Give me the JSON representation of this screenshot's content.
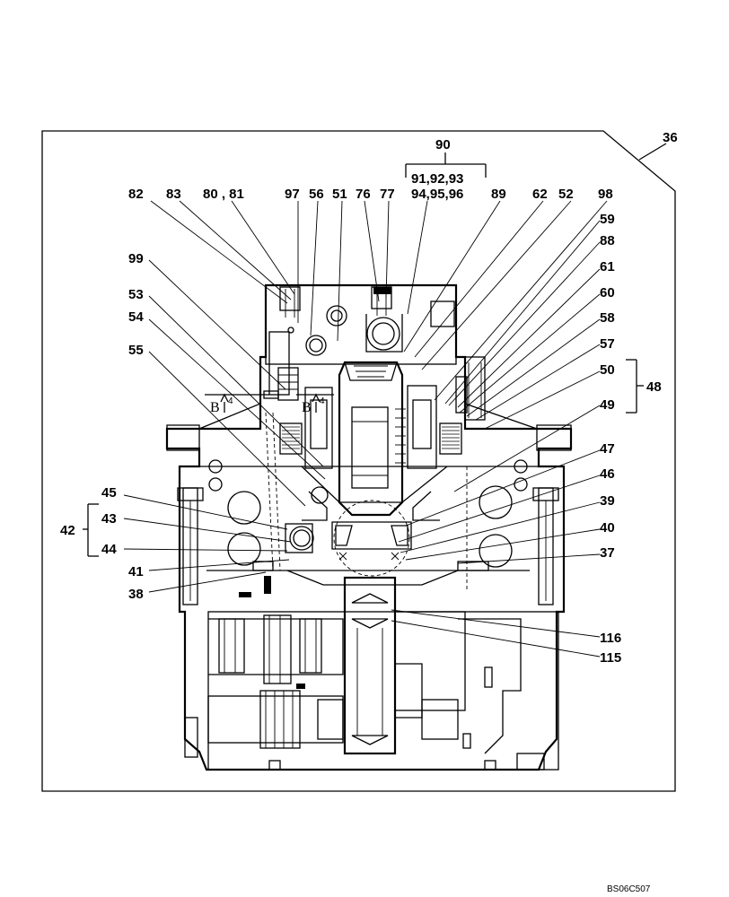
{
  "frame_label": "36",
  "group_labels": {
    "top_group": "90",
    "top_sub1": "91,92,93",
    "top_sub2": "94,95,96",
    "right_group": "48",
    "left_group": "42"
  },
  "callouts_top": [
    "82",
    "83",
    "80 , 81",
    "97",
    "56",
    "51",
    "76",
    "77",
    "89",
    "62",
    "52",
    "98"
  ],
  "callouts_left": [
    "99",
    "53",
    "54",
    "55",
    "45",
    "43",
    "44",
    "41",
    "38"
  ],
  "callouts_right": [
    "59",
    "88",
    "61",
    "60",
    "58",
    "57",
    "50",
    "49",
    "47",
    "46",
    "39",
    "40",
    "37",
    "116",
    "115"
  ],
  "section_marks": [
    "B",
    "B"
  ],
  "image_id": "BS06C507"
}
